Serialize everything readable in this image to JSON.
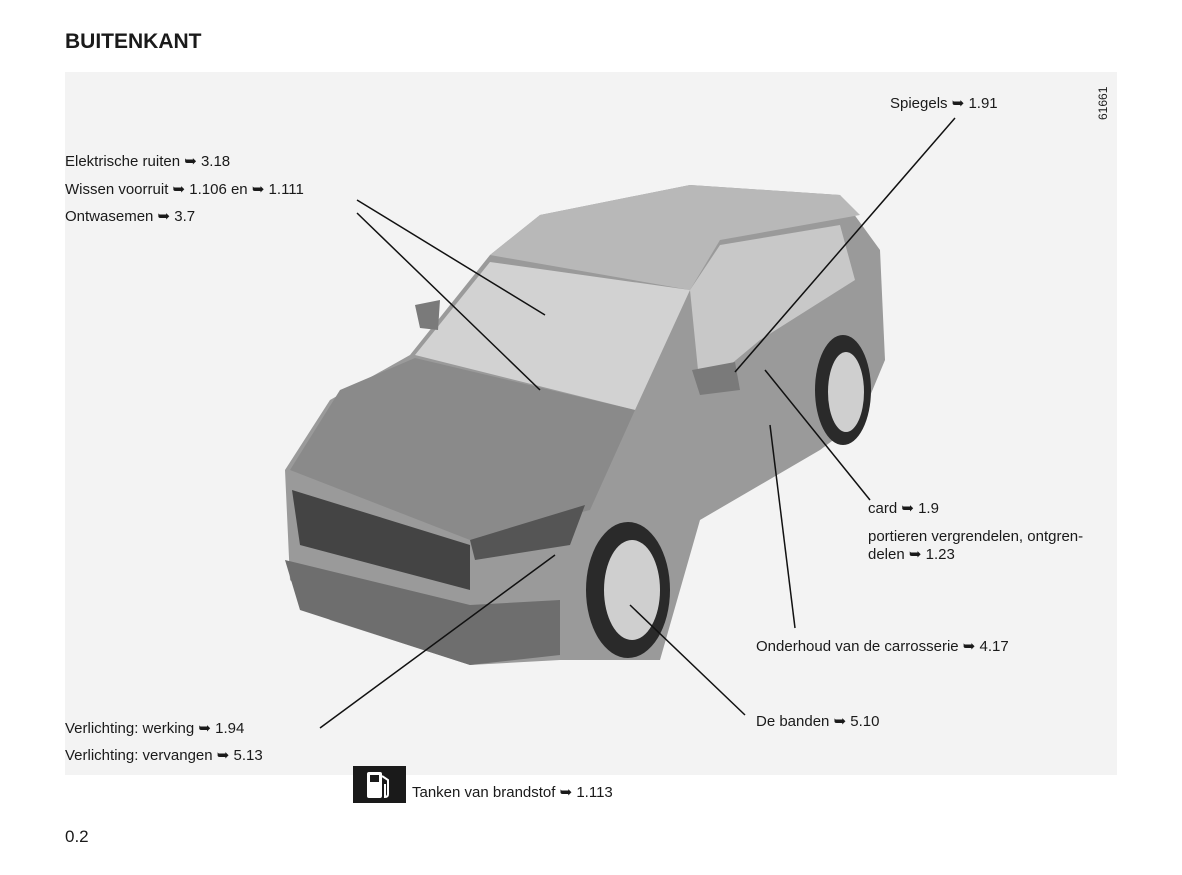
{
  "title": "BUITENKANT",
  "figure_code": "61661",
  "labels": {
    "spiegels": "Spiegels ➥ 1.91",
    "ruiten": "Elektrische ruiten ➥ 3.18",
    "wissen": "Wissen voorruit ➥ 1.106  en  ➥ 1.111",
    "ontwasemen": "Ontwasemen ➥ 3.7",
    "card": "card ➥ 1.9",
    "portieren1": "portieren  vergrendelen,  ontgren-",
    "portieren2": "delen ➥ 1.23",
    "onderhoud": "Onderhoud van de carrosserie ➥ 4.17",
    "banden": "De banden ➥ 5.10",
    "verlichting_werking": "Verlichting: werking ➥ 1.94",
    "verlichting_vervangen": "Verlichting: vervangen ➥ 5.13",
    "tanken": "Tanken van brandstof ➥ 1.113"
  },
  "page_number": "0.2"
}
